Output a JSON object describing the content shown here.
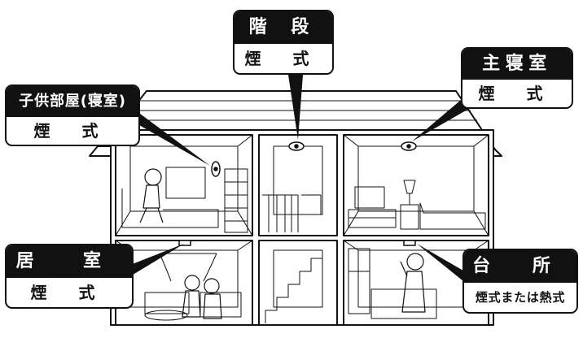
{
  "rooms": {
    "stairs": {
      "name": "階 段",
      "sensor": "煙 式"
    },
    "master_bedroom": {
      "name": "主寝室",
      "sensor": "煙 式"
    },
    "child_room": {
      "name": "子供部屋(寝室)",
      "sensor": "煙 式"
    },
    "living_room": {
      "name": "居 室",
      "sensor": "煙 式"
    },
    "kitchen": {
      "name": "台 所",
      "sensor": "煙式または熱式"
    }
  },
  "colors": {
    "ink": "#111111",
    "paper": "#ffffff",
    "callout_head": "#111111"
  }
}
